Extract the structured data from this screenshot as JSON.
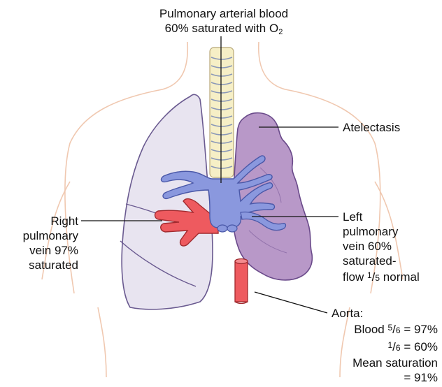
{
  "top_label": {
    "line1": "Pulmonary arterial blood",
    "line2_prefix": "60% saturated with O",
    "line2_sub": "2"
  },
  "atelectasis_label": "Atelectasis",
  "right_vein_label": {
    "line1": "Right",
    "line2": "pulmonary",
    "line3": "vein 97%",
    "line4": "saturated"
  },
  "left_vein_label": {
    "line1": "Left",
    "line2": "pulmonary",
    "line3": "vein 60%",
    "line4": "saturated-",
    "line5_prefix": "flow ",
    "line5_num": "1",
    "line5_sep": "/",
    "line5_den": "5",
    "line5_suffix": " normal"
  },
  "aorta_label": {
    "line1": "Aorta:",
    "line2_prefix": "Blood ",
    "line2_num": "5",
    "line2_sep": "/",
    "line2_den": "6",
    "line2_suffix": " = 97%",
    "line3_num": "1",
    "line3_sep": "/",
    "line3_den": "6",
    "line3_suffix": " = 60%",
    "line4": "Mean saturation",
    "line5": "= 91%"
  },
  "colors": {
    "body_outline": "#f0c8b0",
    "normal_lung_fill": "#e8e4f0",
    "normal_lung_stroke": "#6a5a90",
    "collapsed_lung_fill": "#b898c8",
    "collapsed_lung_stroke": "#6a4a8a",
    "trachea_fill": "#f6efc6",
    "trachea_stroke": "#b8a878",
    "pulmonary_artery": "#8a98de",
    "pulmonary_artery_stroke": "#4a58a8",
    "red_vessel": "#ee5a5f",
    "red_vessel_stroke": "#a02a2e"
  }
}
